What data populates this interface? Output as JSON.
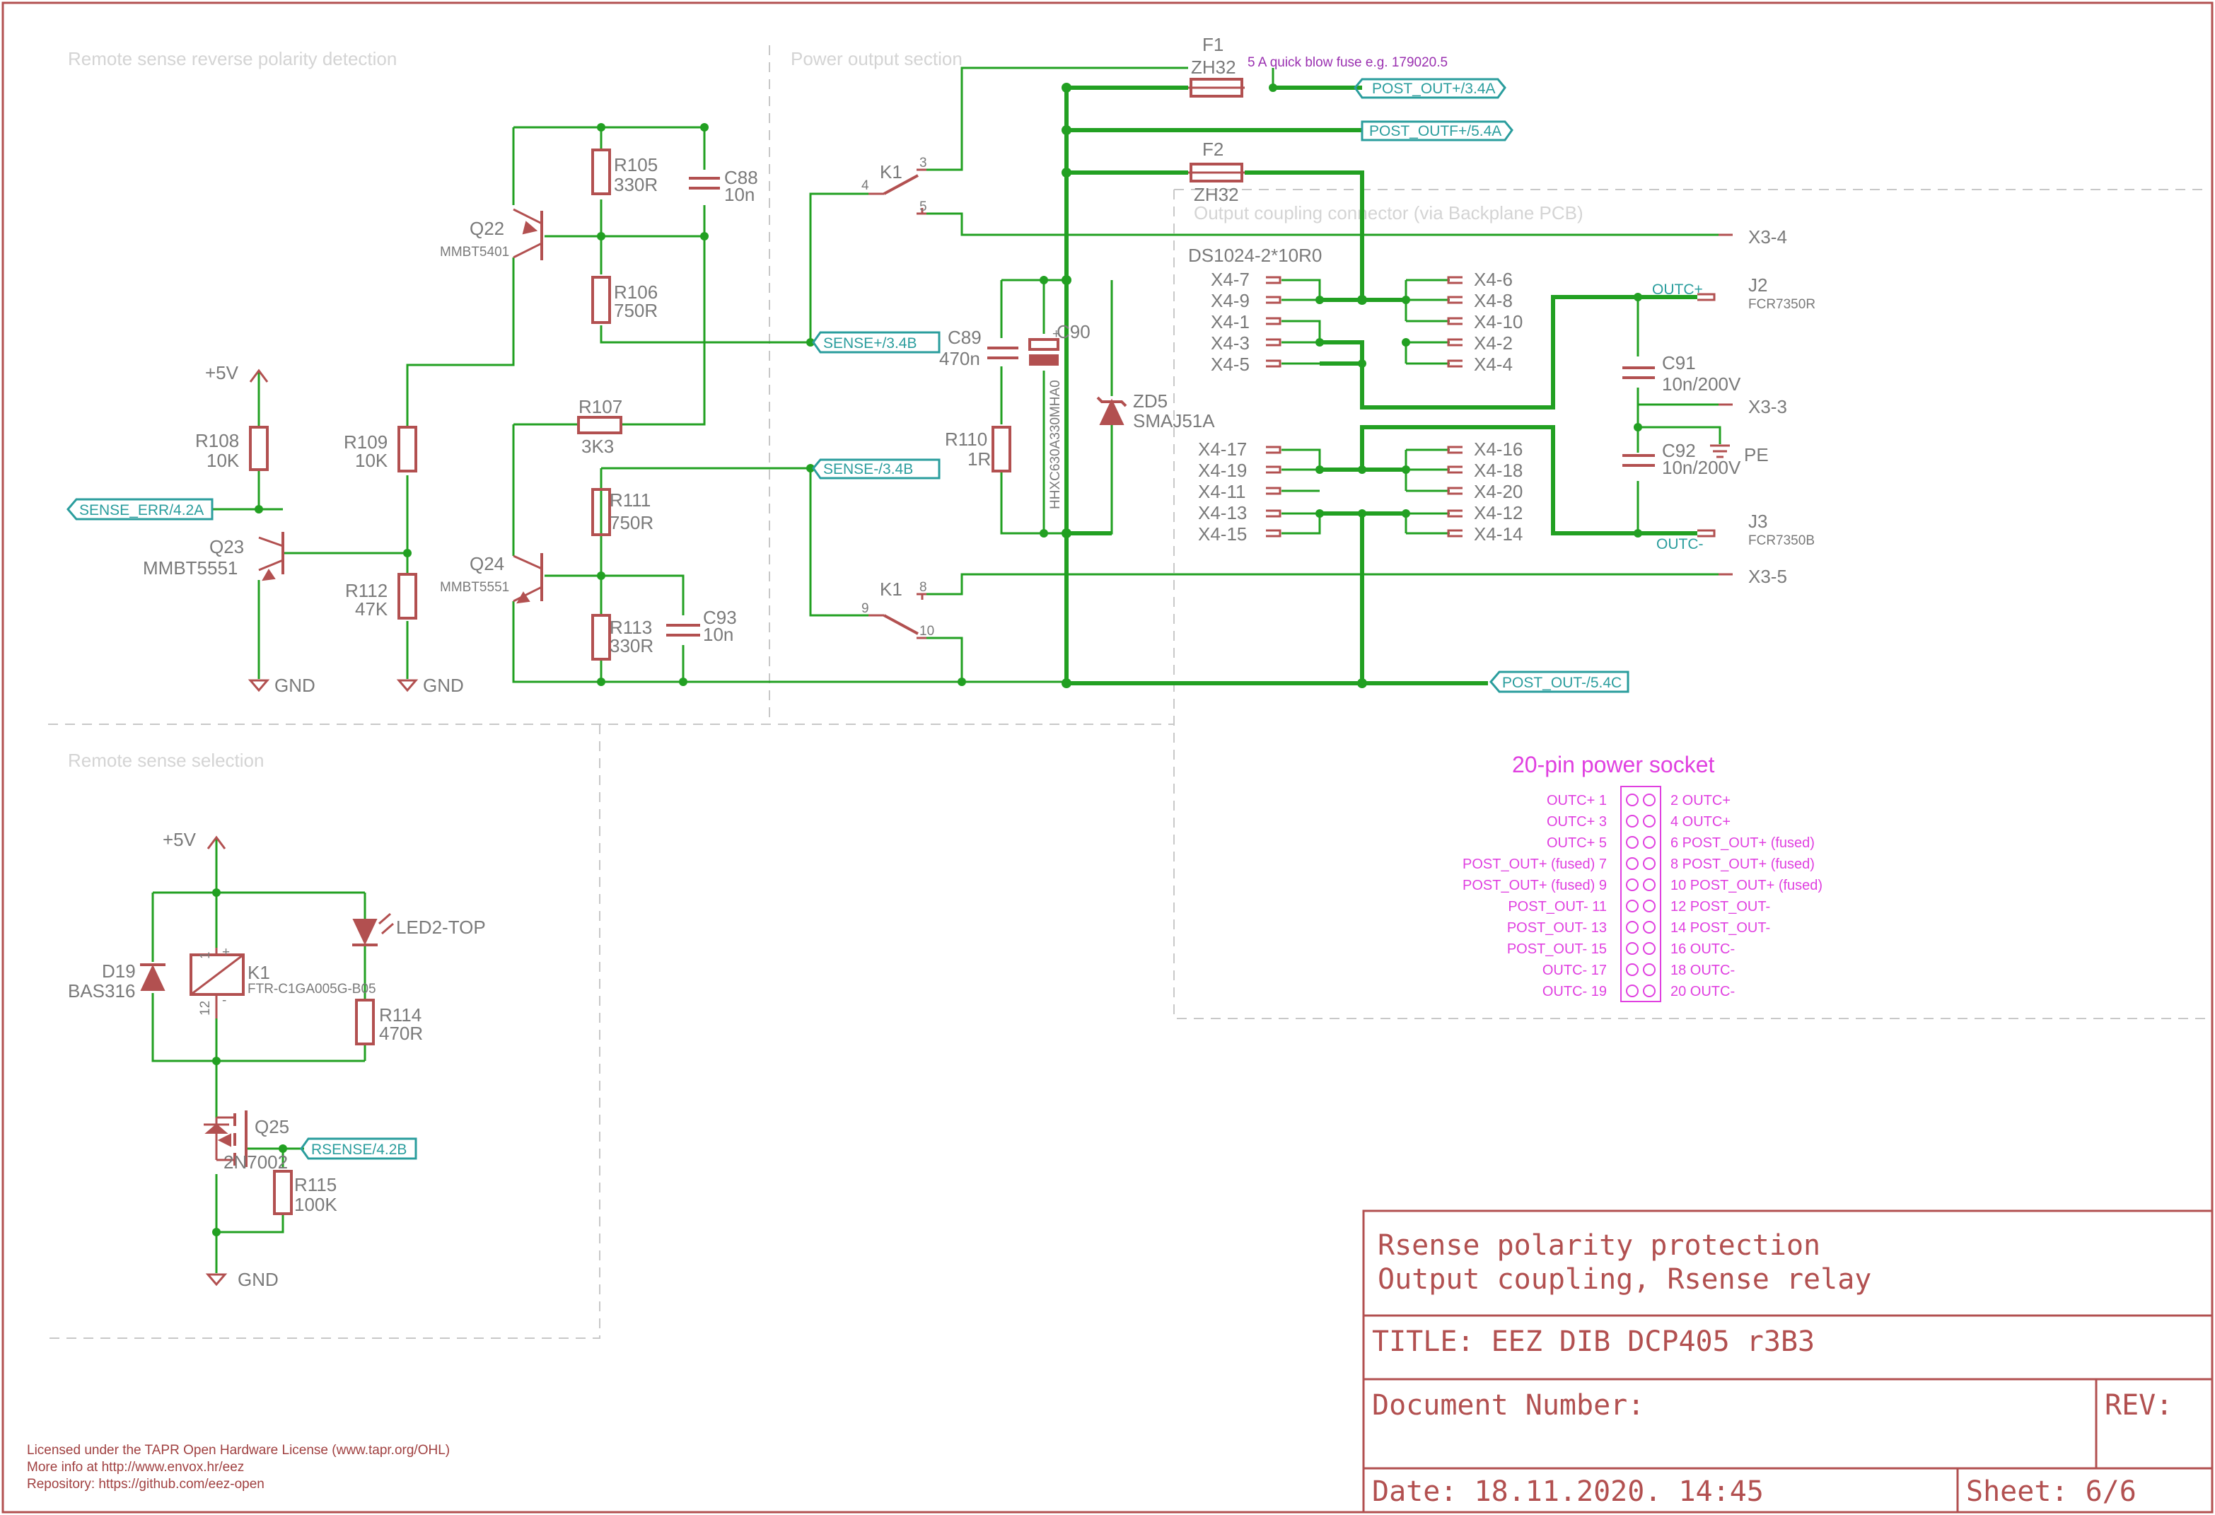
{
  "sections": {
    "remote_sense_polarity": "Remote sense reverse polarity detection",
    "power_output": "Power output section",
    "output_coupling": "Output coupling connector (via Backplane PCB)",
    "remote_sense_selection": "Remote sense selection"
  },
  "components": {
    "F1": "F1",
    "F1_type": "ZH32",
    "F1_note": "5 A quick blow fuse e.g. 179020.5",
    "F2": "F2",
    "F2_type": "ZH32",
    "R105": "R105",
    "R105_val": "330R",
    "R106": "R106",
    "R106_val": "750R",
    "R107": "R107",
    "R107_val": "3K3",
    "R108": "R108",
    "R108_val": "10K",
    "R109": "R109",
    "R109_val": "10K",
    "R110": "R110",
    "R110_val": "1R",
    "R111": "R111",
    "R111_val": "750R",
    "R112": "R112",
    "R112_val": "47K",
    "R113": "R113",
    "R113_val": "330R",
    "R114": "R114",
    "R114_val": "470R",
    "R115": "R115",
    "R115_val": "100K",
    "C88": "C88",
    "C88_val": "10n",
    "C89": "C89",
    "C89_val": "470n",
    "C90": "C90",
    "C90_val": "HHXC630A330MHA0",
    "C91": "C91",
    "C91_val": "10n/200V",
    "C92": "C92",
    "C92_val": "10n/200V",
    "C93": "C93",
    "C93_val": "10n",
    "Q22": "Q22",
    "Q22_type": "MMBT5401",
    "Q23": "Q23",
    "Q23_type": "MMBT5551",
    "Q24": "Q24",
    "Q24_type": "MMBT5551",
    "Q25": "Q25",
    "Q25_type": "2N7002",
    "ZD5": "ZD5",
    "ZD5_type": "SMAJ51A",
    "D19": "D19",
    "D19_type": "BAS316",
    "K1": "K1",
    "K1_type": "FTR-C1GA005G-B05",
    "LED2": "LED2-TOP",
    "J2": "J2",
    "J2_type": "FCR7350R",
    "J3": "J3",
    "J3_type": "FCR7350B",
    "X4": "DS1024-2*10R0",
    "PE": "PE"
  },
  "pins": {
    "p1": "1",
    "p2": "2",
    "p3": "3",
    "p4": "4",
    "p5": "5",
    "p8": "8",
    "p9": "9",
    "p10": "10",
    "p12": "12",
    "plus": "+",
    "minus": "-"
  },
  "nets": {
    "post_out_p": "POST_OUT+/3.4A",
    "post_outf_p": "POST_OUTF+/5.4A",
    "sense_p": "SENSE+/3.4B",
    "sense_n": "SENSE-/3.4B",
    "sense_err": "SENSE_ERR/4.2A",
    "post_out_n": "POST_OUT-/5.4C",
    "rsense": "RSENSE/4.2B",
    "outc_p": "OUTC+",
    "outc_n": "OUTC-",
    "x3_4": "X3-4",
    "x3_3": "X3-3",
    "x3_5": "X3-5",
    "plus5v": "+5V",
    "gnd": "GND"
  },
  "x4_left_top": [
    "X4-7",
    "X4-9",
    "X4-1",
    "X4-3",
    "X4-5"
  ],
  "x4_right_top": [
    "X4-6",
    "X4-8",
    "X4-10",
    "X4-2",
    "X4-4"
  ],
  "x4_left_bot": [
    "X4-17",
    "X4-19",
    "X4-11",
    "X4-13",
    "X4-15"
  ],
  "x4_right_bot": [
    "X4-16",
    "X4-18",
    "X4-20",
    "X4-12",
    "X4-14"
  ],
  "socket": {
    "title": "20-pin power socket",
    "left": [
      "OUTC+ 1",
      "OUTC+ 3",
      "OUTC+ 5",
      "POST_OUT+ (fused) 7",
      "POST_OUT+ (fused) 9",
      "POST_OUT- 11",
      "POST_OUT- 13",
      "POST_OUT- 15",
      "OUTC- 17",
      "OUTC- 19"
    ],
    "right": [
      "2 OUTC+",
      "4 OUTC+",
      "6 POST_OUT+ (fused)",
      "8 POST_OUT+ (fused)",
      "10 POST_OUT+ (fused)",
      "12 POST_OUT-",
      "14 POST_OUT-",
      "16 OUTC-",
      "18 OUTC-",
      "20 OUTC-"
    ]
  },
  "license": [
    "Licensed under the TAPR Open Hardware License (www.tapr.org/OHL)",
    "More info at http://www.envox.hr/eez",
    "Repository: https://github.com/eez-open"
  ],
  "title_block": {
    "desc1": "Rsense polarity protection",
    "desc2": "Output coupling, Rsense relay",
    "title": "TITLE:  EEZ DIB DCP405 r3B3",
    "doc": "Document Number:",
    "rev": "REV:",
    "date": "Date: 18.11.2020. 14:45",
    "sheet": "Sheet: 6/6"
  },
  "colors": {
    "frame": "#b25050",
    "wire": "#22a022",
    "net": "#2a9d9d",
    "socket": "#e040e0"
  }
}
